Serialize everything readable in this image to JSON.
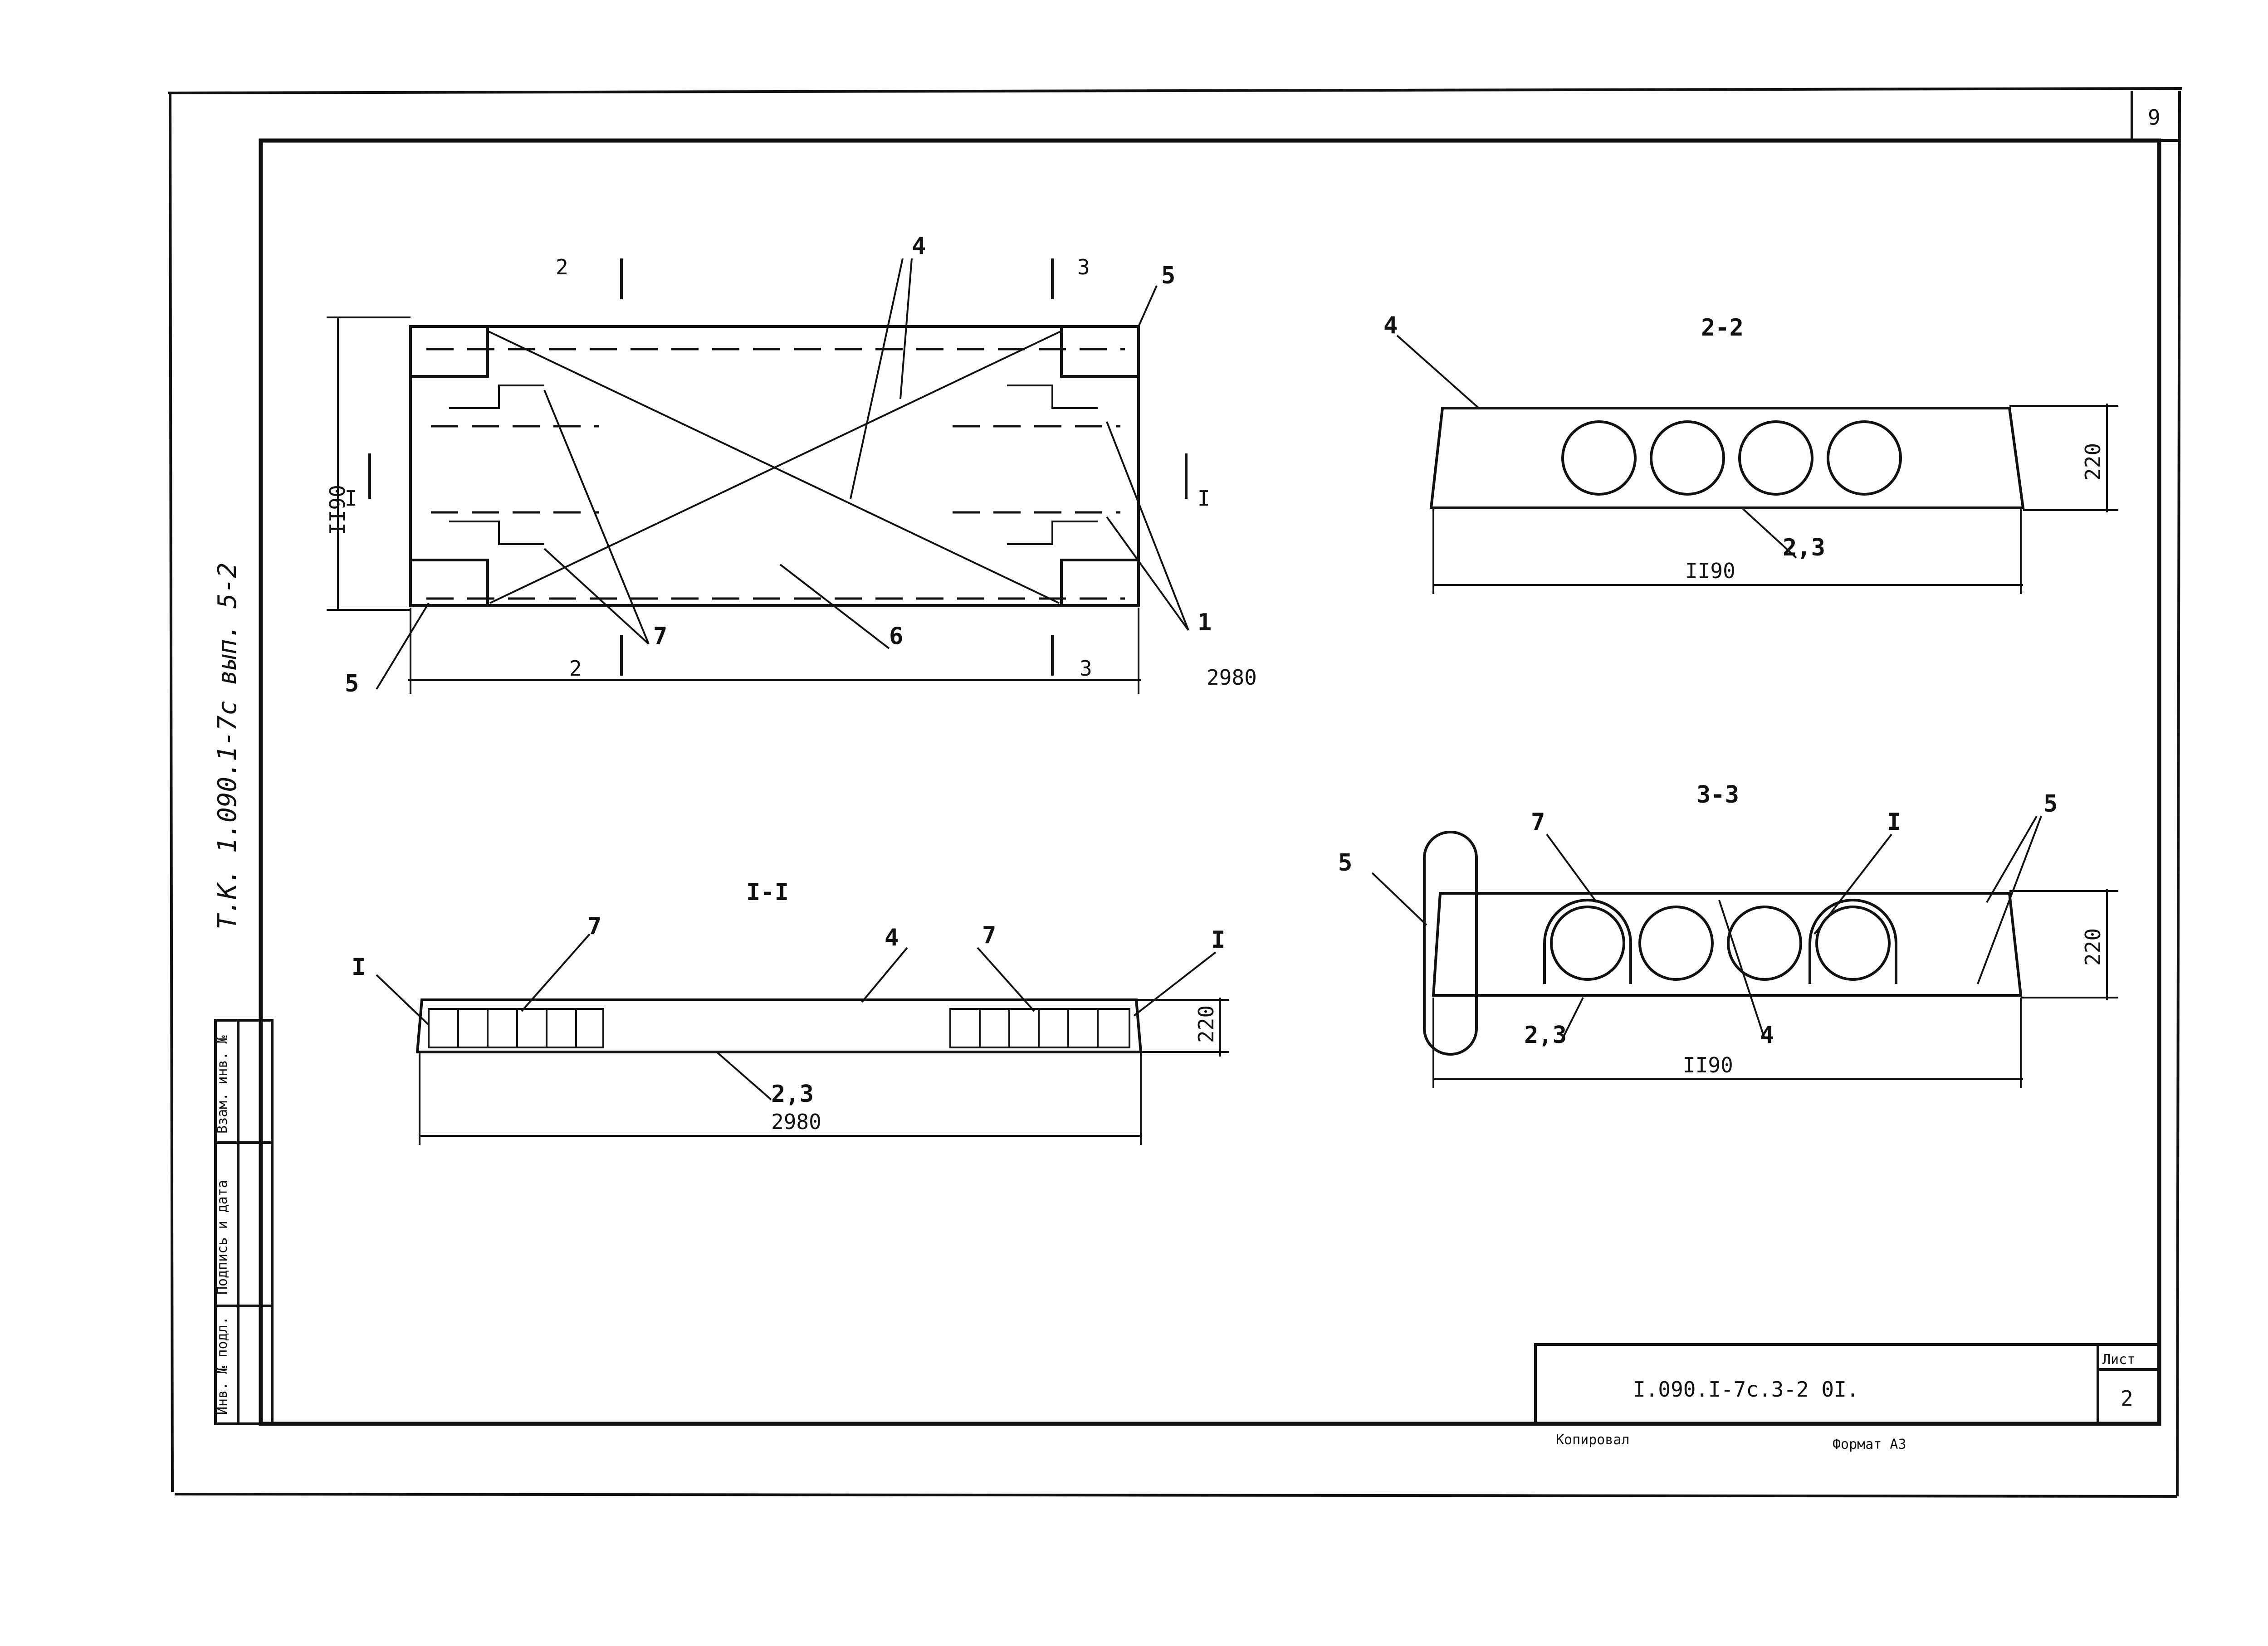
{
  "sheet": {
    "corner_sheet_number": "9",
    "side_text": "Т.К. 1.090.1-7с вып. 5-2",
    "stamp_fields": [
      "Инв. № подл.",
      "Подпись и дата",
      "Взам. инв. №"
    ],
    "title_block": {
      "designation": "I.090.I-7c.3-2  0I.",
      "sheet_label": "Лист",
      "sheet_number": "2"
    },
    "copied_label": "Копировал",
    "format_label": "Формат А3"
  },
  "plan_view": {
    "width_dim": "2980",
    "height_dim": "II90",
    "callouts": [
      "4",
      "5",
      "5",
      "7",
      "6",
      "1"
    ],
    "section_marks": [
      "2",
      "3",
      "I",
      "I",
      "2",
      "3"
    ]
  },
  "section_2_2": {
    "title": "2-2",
    "width_dim": "II90",
    "height_dim": "220",
    "callout_top": "4",
    "callout_bottom": "2,3"
  },
  "section_3_3": {
    "title": "3-3",
    "width_dim": "II90",
    "height_dim": "220",
    "callouts": [
      "7",
      "I",
      "5",
      "5",
      "4"
    ],
    "callout_bottom": "2,3"
  },
  "section_1_1": {
    "title": "I-I",
    "width_dim": "2980",
    "height_dim": "220",
    "callouts": [
      "I",
      "7",
      "4",
      "7",
      "I"
    ],
    "callout_bottom": "2,3"
  }
}
